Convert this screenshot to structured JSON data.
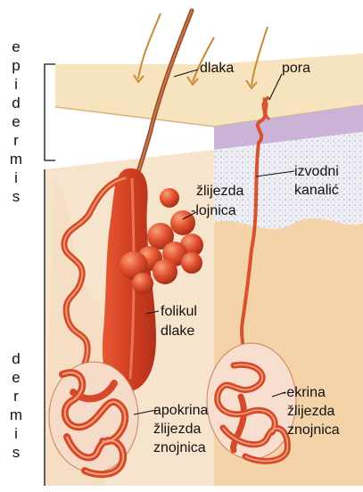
{
  "side_labels": {
    "epidermis": [
      "e",
      "p",
      "i",
      "d",
      "e",
      "r",
      "m",
      "i",
      "s"
    ],
    "dermis": [
      "d",
      "e",
      "r",
      "m",
      "i",
      "s"
    ]
  },
  "labels": {
    "dlaka": "dlaka",
    "pora": "pora",
    "zlijezda_lojnica": [
      "žlijezda",
      "-lojnica"
    ],
    "izvodni_kanalic": [
      "izvodni",
      "kanalić"
    ],
    "folikul_dlake": [
      "folikul",
      "dlake"
    ],
    "apokrina": [
      "apokrina",
      "žlijezda",
      "znojnica"
    ],
    "ekrina": [
      "-ekrina",
      "žlijezda",
      "znojnica"
    ]
  },
  "colors": {
    "skin_surface": "#f6ddb0",
    "epidermis_cells": "#f2e1c6",
    "dermis": "#f5d9b8",
    "hair": "#b5502a",
    "gland_red": "#e05030",
    "gland_dark": "#b8321a",
    "sweat_duct": "#d8522e",
    "light_arrows": "#c88a38",
    "pore_layer": "#c9b3d6"
  }
}
